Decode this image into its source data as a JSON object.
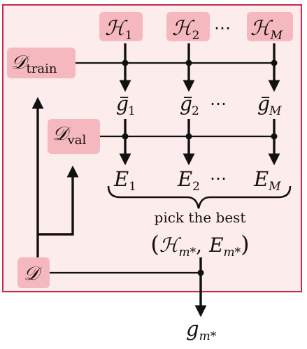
{
  "colors": {
    "panel_fill": "#fdecec",
    "panel_border": "#c8284a",
    "chip_fill": "#f6b8bf",
    "stroke": "#111111"
  },
  "hypotheses": [
    {
      "base": "ℋ",
      "sub": "1"
    },
    {
      "base": "ℋ",
      "sub": "2"
    },
    {
      "base": "ℋ",
      "sub": "M"
    }
  ],
  "g_minus": [
    {
      "base": "g",
      "sub": "1",
      "sup": "−"
    },
    {
      "base": "g",
      "sub": "2",
      "sup": "−"
    },
    {
      "base": "g",
      "sub": "M",
      "sup": "−"
    }
  ],
  "errors": [
    {
      "base": "E",
      "sub": "1"
    },
    {
      "base": "E",
      "sub": "2"
    },
    {
      "base": "E",
      "sub": "M"
    }
  ],
  "dots": "⋯",
  "datasets": {
    "train": {
      "base": "𝒟",
      "sub": "train"
    },
    "val": {
      "base": "𝒟",
      "sub": "val"
    },
    "full": {
      "base": "𝒟"
    }
  },
  "selection": {
    "caption": "pick the best",
    "open_paren": "(",
    "h_base": "ℋ",
    "h_sub": "m*",
    "comma": ",",
    "e_base": "E",
    "e_sub": "m*",
    "close_paren": ")"
  },
  "output": {
    "base": "g",
    "sub": "m*"
  }
}
